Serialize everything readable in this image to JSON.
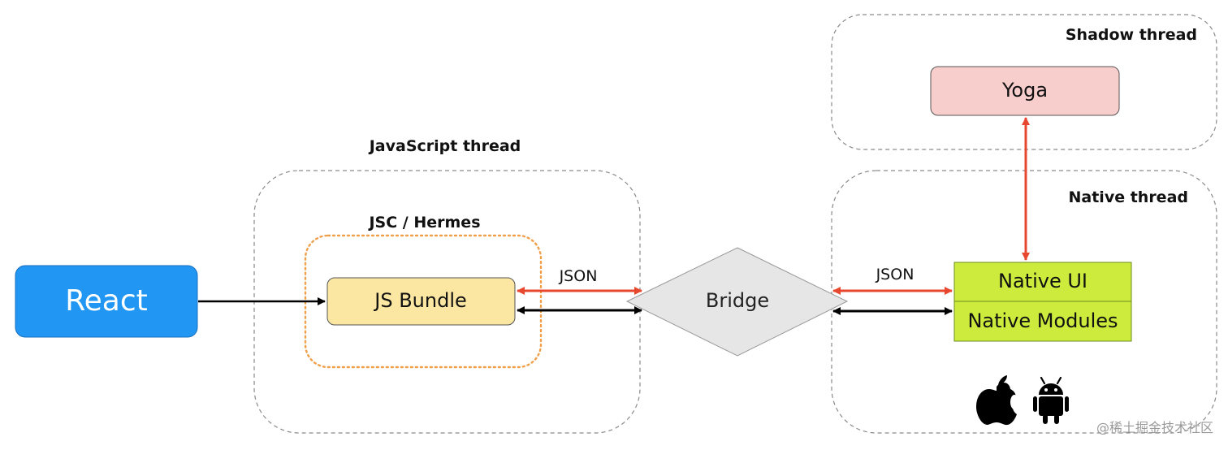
{
  "groups": {
    "shadow_thread": "Shadow thread",
    "javascript_thread": "JavaScript thread",
    "jsc_hermes": "JSC / Hermes",
    "native_thread": "Native thread"
  },
  "nodes": {
    "react": "React",
    "js_bundle": "JS Bundle",
    "bridge": "Bridge",
    "yoga": "Yoga",
    "native_ui": "Native UI",
    "native_modules": "Native Modules"
  },
  "edges": {
    "left_json_label": "JSON",
    "right_json_label": "JSON"
  },
  "watermark": "@稀土掘金技术社区",
  "colors": {
    "react": "#2196f3",
    "js_bundle": "#fbe6a2",
    "yoga": "#f8cecc",
    "native": "#cdeb3c",
    "bridge": "#e6e6e6",
    "json_arrow": "#e8472f",
    "black_arrow": "#000000",
    "jsc_border": "#f0a04b",
    "thread_border": "#8a8a8a"
  }
}
